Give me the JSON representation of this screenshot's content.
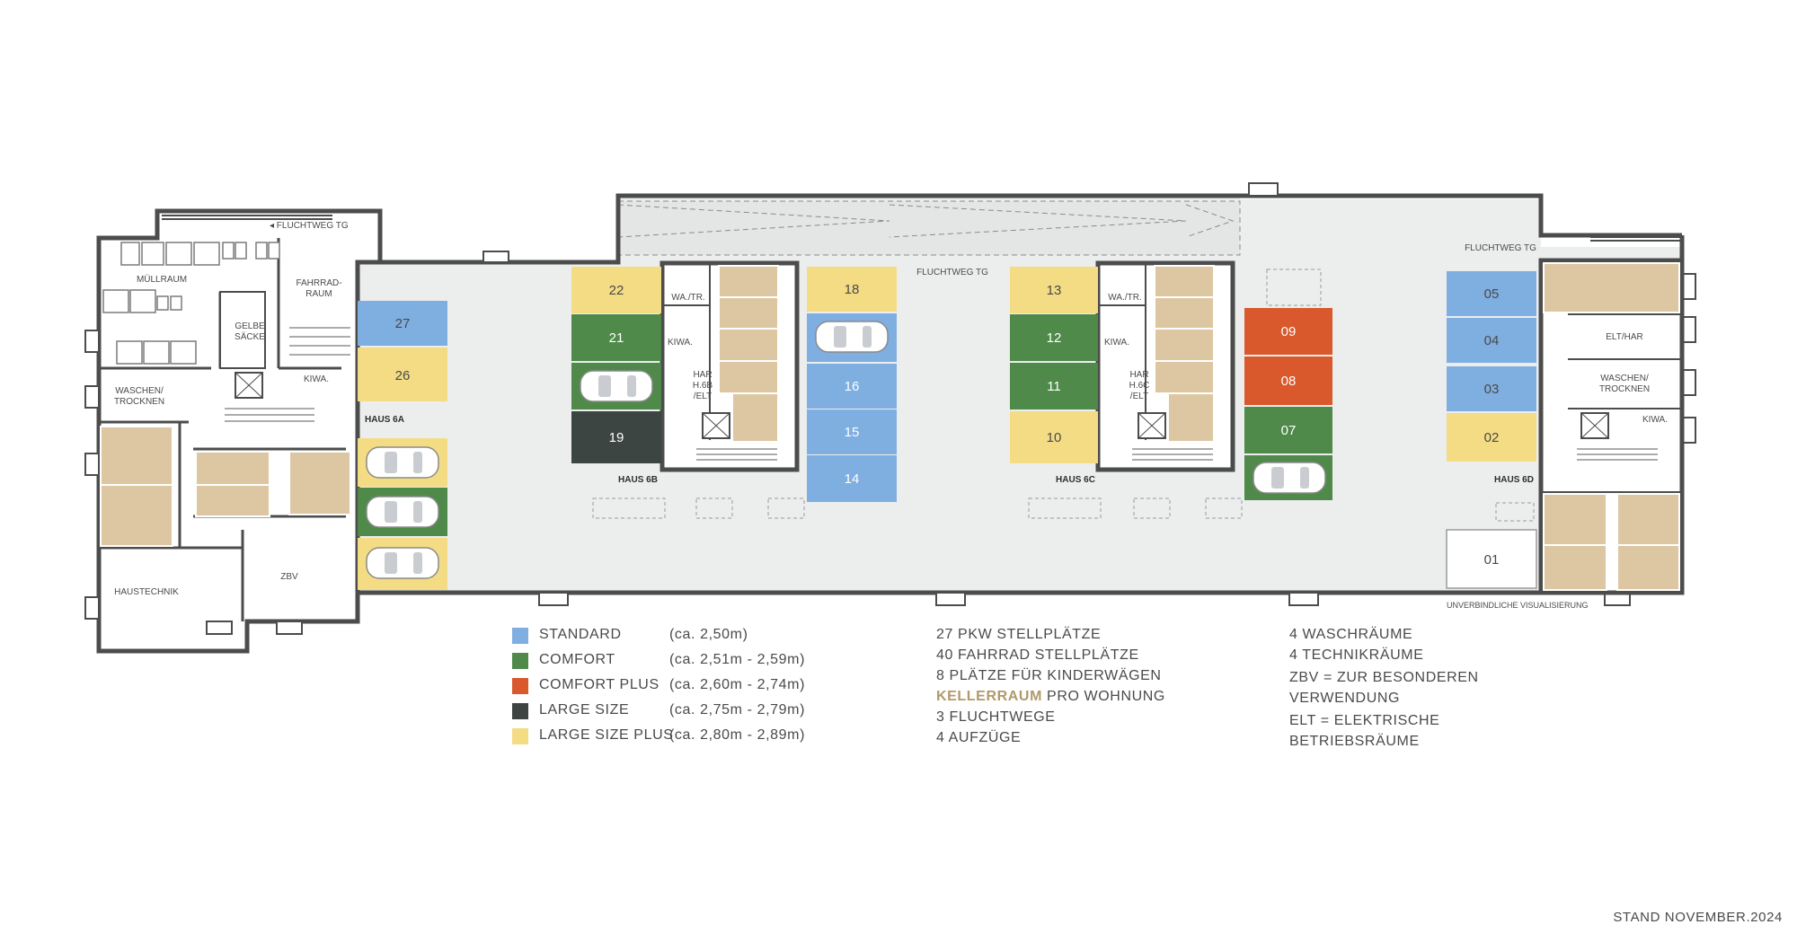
{
  "colors": {
    "standard": "#7faee0",
    "comfort": "#4f8a4b",
    "comfort_plus": "#d9582c",
    "large_size": "#3d4543",
    "large_size_plus": "#f3dc84",
    "kellerraum": "#dcc7a2",
    "floor": "#eceeee",
    "wall": "#4c4c4c"
  },
  "spots": {
    "s01": "01",
    "s02": "02",
    "s03": "03",
    "s04": "04",
    "s05": "05",
    "s07": "07",
    "s08": "08",
    "s09": "09",
    "s10": "10",
    "s11": "11",
    "s12": "12",
    "s13": "13",
    "s14": "14",
    "s15": "15",
    "s16": "16",
    "s18": "18",
    "s19": "19",
    "s21": "21",
    "s22": "22",
    "s26": "26",
    "s27": "27"
  },
  "rooms": {
    "muellraum": "MÜLLRAUM",
    "fahrradraum_1": "FAHRRAD-",
    "fahrradraum_2": "RAUM",
    "gelbe_1": "GELBE",
    "gelbe_2": "SÄCKE",
    "kiwa": "KIWA.",
    "waschen_1": "WASCHEN/",
    "waschen_2": "TROCKNEN",
    "haustechnik": "HAUSTECHNIK",
    "zbv": "ZBV",
    "wa_tr": "WA./TR.",
    "har": "HAR",
    "h6b": "H.6B",
    "h6c": "H.6C",
    "elt": "/ELT",
    "elt_har": "ELT/HAR"
  },
  "houses": {
    "h6a": "HAUS 6A",
    "h6b": "HAUS 6B",
    "h6c": "HAUS 6C",
    "h6d": "HAUS 6D"
  },
  "escape": {
    "left": "◂ FLUCHTWEG TG",
    "center": "FLUCHTWEG TG",
    "right": "FLUCHTWEG TG"
  },
  "note": "UNVERBINDLICHE VISUALISIERUNG",
  "legend": [
    {
      "label": "STANDARD",
      "range": "(ca. 2,50m)"
    },
    {
      "label": "COMFORT",
      "range": "(ca. 2,51m - 2,59m)"
    },
    {
      "label": "COMFORT PLUS",
      "range": "(ca. 2,60m - 2,74m)"
    },
    {
      "label": "LARGE SIZE",
      "range": "(ca. 2,75m - 2,79m)"
    },
    {
      "label": "LARGE SIZE PLUS",
      "range": "(ca. 2,80m - 2,89m)"
    }
  ],
  "info_center": {
    "l1": "27 PKW STELLPLÄTZE",
    "l2": "40 FAHRRAD STELLPLÄTZE",
    "l3": "8 PLÄTZE FÜR KINDERWÄGEN",
    "l4a": "KELLERRAUM",
    "l4b": " PRO WOHNUNG",
    "l5": "3 FLUCHTWEGE",
    "l6": "4 AUFZÜGE"
  },
  "info_right": {
    "l1": "4 WASCHRÄUME",
    "l2": "4 TECHNIKRÄUME",
    "l3": "ZBV = ZUR BESONDEREN",
    "l4": "VERWENDUNG",
    "l5": "ELT = ELEKTRISCHE",
    "l6": "BETRIEBSRÄUME"
  },
  "stand": "STAND NOVEMBER.2024"
}
